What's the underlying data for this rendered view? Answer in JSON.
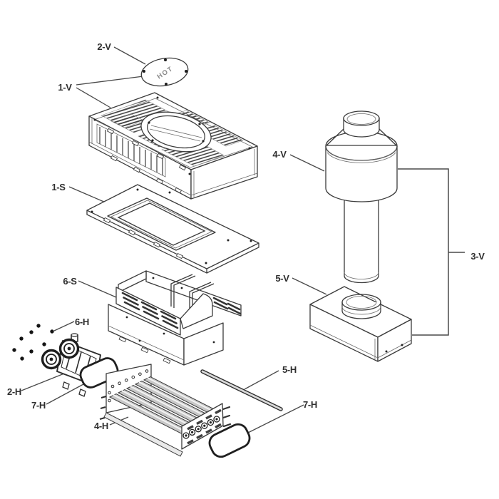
{
  "diagram": {
    "stamp_text": "HOT",
    "labels": {
      "l2v": "2-V",
      "l1v": "1-V",
      "l1s": "1-S",
      "l6s": "6-S",
      "l6h": "6-H",
      "l2h": "2-H",
      "l7h_a": "7-H",
      "l4h": "4-H",
      "l5h": "5-H",
      "l7h_b": "7-H",
      "l4v": "4-V",
      "l5v": "5-V",
      "l3v": "3-V"
    },
    "colors": {
      "line": "#3b3b3b",
      "background": "#ffffff",
      "metal_shade": "#c8c8c8",
      "label_text": "#2e2e2e"
    }
  }
}
